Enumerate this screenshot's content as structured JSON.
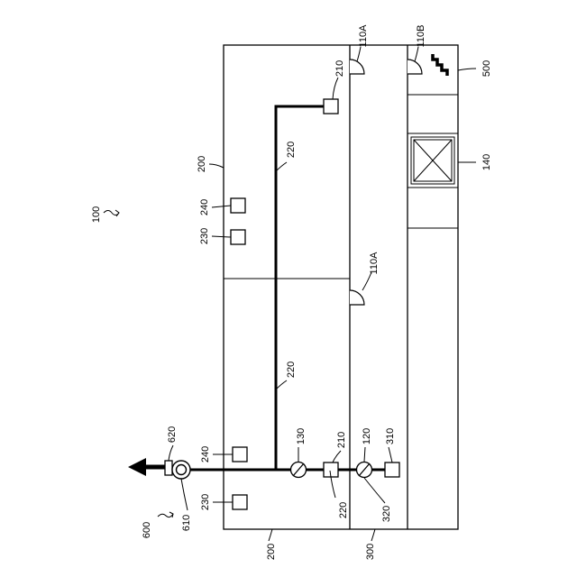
{
  "figure": {
    "system_label": "100",
    "labels": {
      "building_200_top": "200",
      "building_200_bottom": "200",
      "section_300": "300",
      "section_500": "500",
      "element_140": "140",
      "door_110a_upper": "110A",
      "door_110a_lower": "110A",
      "door_110b": "110B",
      "sensor_210_upper": "210",
      "sensor_210_lower": "210",
      "duct_220_upper": "220",
      "duct_220_middle": "220",
      "duct_220_lower": "220",
      "unit_230_upper": "230",
      "unit_230_lower": "230",
      "unit_240_upper": "240",
      "unit_240_lower": "240",
      "device_310": "310",
      "device_320": "320",
      "valve_120": "120",
      "valve_130": "130",
      "assembly_600": "600",
      "fan_610": "610",
      "motor_620": "620"
    }
  }
}
